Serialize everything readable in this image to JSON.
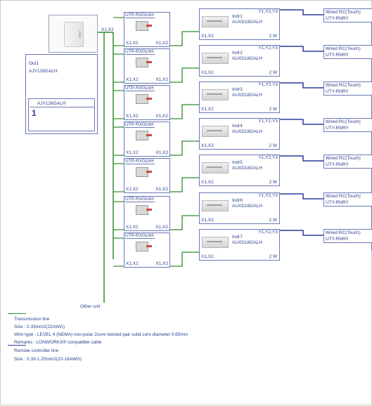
{
  "outdoor": {
    "label": "Out1",
    "model": "AJY126GALH",
    "inner_model": "AJY126GALH",
    "inner_count": "1",
    "terminal": "X1,X2"
  },
  "rx_units": [
    {
      "model": "UTP-RX01AH",
      "left_terminal": "X1,X2",
      "right_terminal": "X1,X2"
    },
    {
      "model": "UTP-RX01AH",
      "left_terminal": "X1,X2",
      "right_terminal": "X1,X2"
    },
    {
      "model": "UTP-RX01AH",
      "left_terminal": "X1,X2",
      "right_terminal": "X1,X2"
    },
    {
      "model": "UTP-RX01AH",
      "left_terminal": "X1,X2",
      "right_terminal": "X1,X2"
    },
    {
      "model": "UTP-RX01AH",
      "left_terminal": "X1,X2",
      "right_terminal": "X1,X2"
    },
    {
      "model": "UTP-RX01AH",
      "left_terminal": "X1,X2",
      "right_terminal": "X1,X2"
    },
    {
      "model": "UTP-RX01AH",
      "left_terminal": "X1,X2",
      "right_terminal": "X1,X2"
    }
  ],
  "indoor_units": [
    {
      "label": "Indr1",
      "model": "AUXD18GALH",
      "rc_terminal": "Y1,Y2,Y3",
      "terminal": "X1,X2",
      "note": "2 W"
    },
    {
      "label": "Indr2",
      "model": "AUXD18GALH",
      "rc_terminal": "Y1,Y2,Y3",
      "terminal": "X1,X2",
      "note": "2 W"
    },
    {
      "label": "Indr3",
      "model": "AUXD18GALH",
      "rc_terminal": "Y1,Y2,Y3",
      "terminal": "X1,X2",
      "note": "2 W"
    },
    {
      "label": "Indr4",
      "model": "AUXD18GALH",
      "rc_terminal": "Y1,Y2,Y3",
      "terminal": "X1,X2",
      "note": "2 W"
    },
    {
      "label": "Indr5",
      "model": "AUXD18GALH",
      "rc_terminal": "Y1,Y2,Y3",
      "terminal": "X1,X2",
      "note": "2 W"
    },
    {
      "label": "Indr6",
      "model": "AUXD18GALH",
      "rc_terminal": "Y1,Y2,Y3",
      "terminal": "X1,X2",
      "note": "2 W"
    },
    {
      "label": "Indr7",
      "model": "AUXD18GALH",
      "rc_terminal": "Y1,Y2,Y3",
      "terminal": "X1,X2",
      "note": "2 W"
    }
  ],
  "remote_controllers": [
    {
      "name": "Wired RC(Touch)",
      "model": "UTY-RNRY"
    },
    {
      "name": "Wired RC(Touch)",
      "model": "UTY-RNRY"
    },
    {
      "name": "Wired RC(Touch)",
      "model": "UTY-RNRY"
    },
    {
      "name": "Wired RC(Touch)",
      "model": "UTY-RNRY"
    },
    {
      "name": "Wired RC(Touch)",
      "model": "UTY-RNRY"
    },
    {
      "name": "Wired RC(Touch)",
      "model": "UTY-RNRY"
    },
    {
      "name": "Wired RC(Touch)",
      "model": "UTY-RNRY"
    }
  ],
  "other_unit_label": "Other unit",
  "legend": {
    "transmission": {
      "title": "Transmission line",
      "size": "Size : 0.33mm2(22AWG)",
      "wire_type": "Wire type : LEVEL 4 (NEMA) non-polar 2core twisted pair solid core diameter 0.65mm",
      "remarks": "Remarks : LONWORKS® compatible cable"
    },
    "remote": {
      "title": "Remote controller line",
      "size": "Size : 0.33-1.25mm2(22-16AWG)"
    }
  },
  "colors": {
    "transmission": "#2e8b2e",
    "remote": "#2a3a9a",
    "text": "#2a3f8f",
    "frame": "#6a78b8"
  }
}
